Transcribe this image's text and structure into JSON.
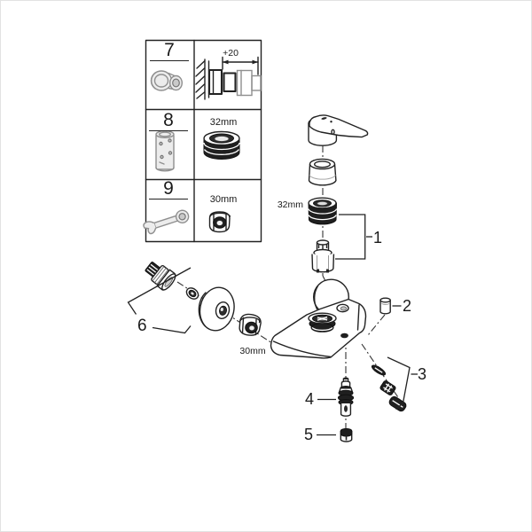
{
  "tools_table": {
    "rows": [
      {
        "number": "7",
        "size_label": "+20"
      },
      {
        "number": "8",
        "size_label": "32mm"
      },
      {
        "number": "9",
        "size_label": "30mm"
      }
    ]
  },
  "exploded_view": {
    "cartridge_nut_label": "32mm",
    "union_nut_label": "30mm",
    "callouts": [
      {
        "number": "1"
      },
      {
        "number": "2"
      },
      {
        "number": "3"
      },
      {
        "number": "4"
      },
      {
        "number": "5"
      },
      {
        "number": "6"
      }
    ]
  },
  "colors": {
    "ink": "#222222",
    "tool_gray": "#8f8f8f",
    "background": "#ffffff"
  }
}
